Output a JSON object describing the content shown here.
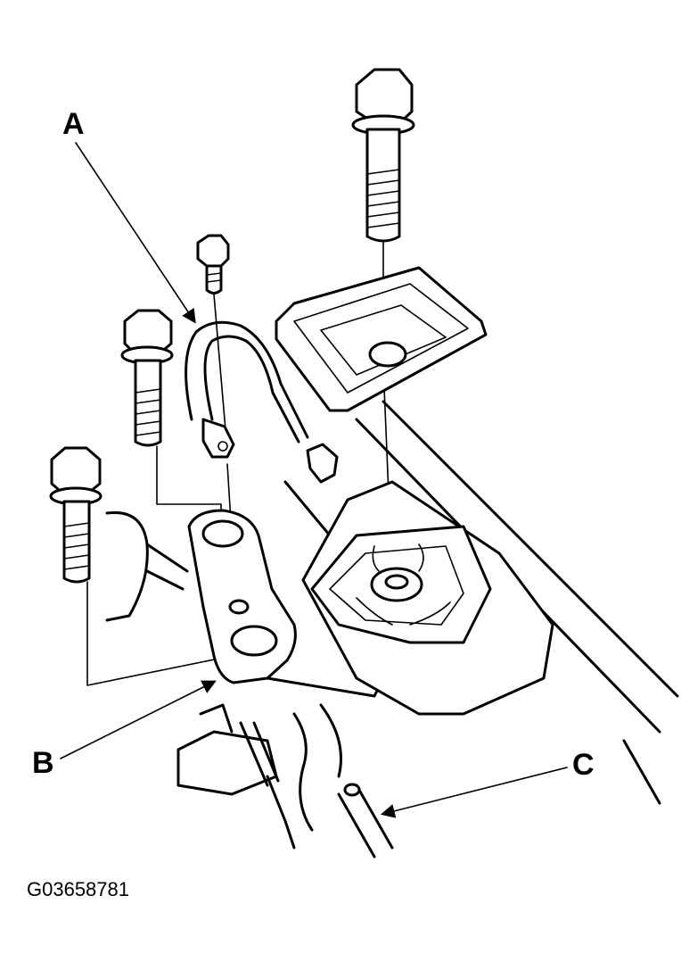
{
  "callouts": {
    "a": "A",
    "b": "B",
    "c": "C"
  },
  "figure_id": "G03658781"
}
